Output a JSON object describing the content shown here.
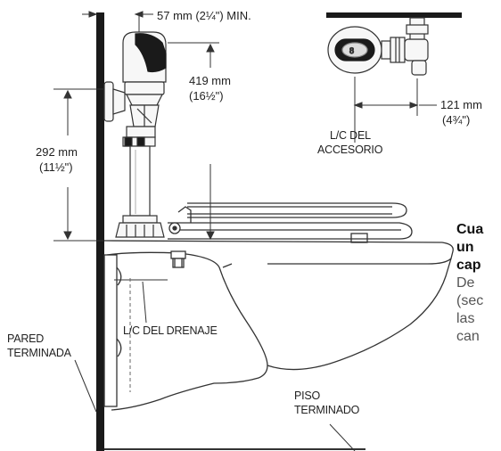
{
  "dimensions": {
    "top_clearance": "57 mm (2¼\") MIN.",
    "valve_height_mm": "419 mm",
    "valve_height_in": "(16½\")",
    "wall_height_mm": "292 mm",
    "wall_height_in": "(11½\")",
    "offset_mm": "121 mm",
    "offset_in": "(4¾\")"
  },
  "labels": {
    "fixture_cl_line1": "L/C DEL",
    "fixture_cl_line2": "ACCESORIO",
    "drain_cl": "L/C DEL DRENAJE",
    "wall_line1": "PARED",
    "wall_line2": "TERMINADA",
    "floor_line1": "PISO",
    "floor_line2": "TERMINADO"
  },
  "side_text": {
    "bold_line1": "Cua",
    "bold_line2": "un",
    "bold_line3": "cap",
    "line4": "De",
    "line5": "(sec",
    "line6": "las",
    "line7": "can"
  },
  "colors": {
    "ink": "#1a1a1a",
    "line": "#333333",
    "fill_light": "#f4f4f4"
  }
}
